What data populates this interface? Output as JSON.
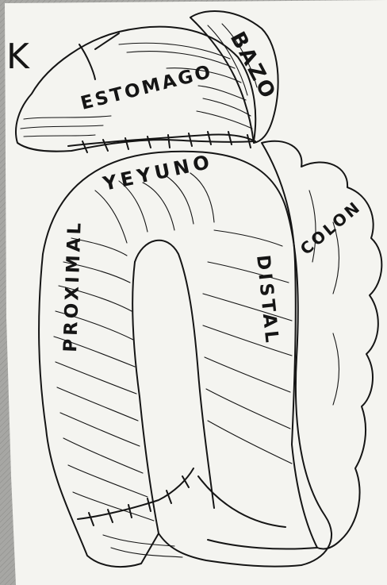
{
  "figure": {
    "panel_letter": "K",
    "labels": {
      "bazo": "BAZO",
      "estomago": "ESTOMAGO",
      "yeyuno": "YEYUNO",
      "colon": "COLON",
      "proximal": "PROXIMAL",
      "distal": "DISTAL"
    },
    "colors": {
      "paper": "#f4f4f0",
      "ink": "#151515",
      "border": "#9a9a98"
    }
  }
}
